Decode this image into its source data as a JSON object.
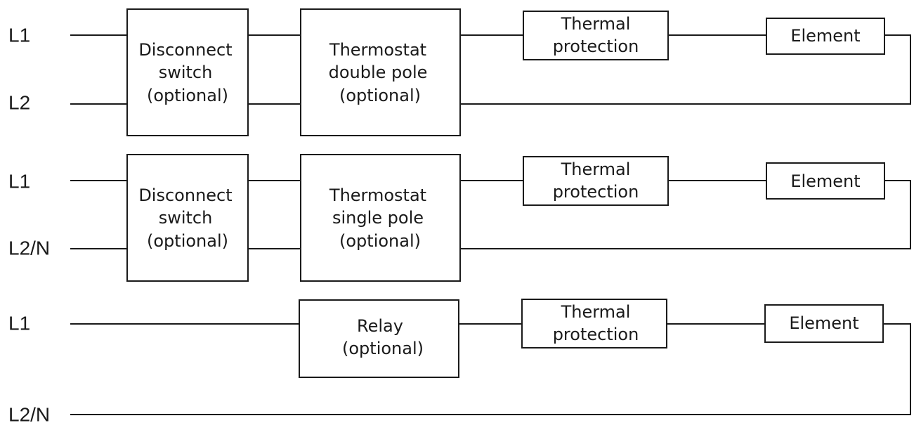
{
  "rows": [
    {
      "line_a": "L1",
      "line_b": "L2",
      "disconnect": [
        "Disconnect",
        "switch",
        "(optional)"
      ],
      "control": [
        "Thermostat",
        "double pole",
        "(optional)"
      ],
      "thermal": [
        "Thermal",
        "protection"
      ],
      "element": "Element"
    },
    {
      "line_a": "L1",
      "line_b": "L2/N",
      "disconnect": [
        "Disconnect",
        "switch",
        "(optional)"
      ],
      "control": [
        "Thermostat",
        "single pole",
        "(optional)"
      ],
      "thermal": [
        "Thermal",
        "protection"
      ],
      "element": "Element"
    },
    {
      "line_a": "L1",
      "line_b": "L2/N",
      "control": [
        "Relay",
        "(optional)"
      ],
      "thermal": [
        "Thermal",
        "protection"
      ],
      "element": "Element"
    }
  ]
}
